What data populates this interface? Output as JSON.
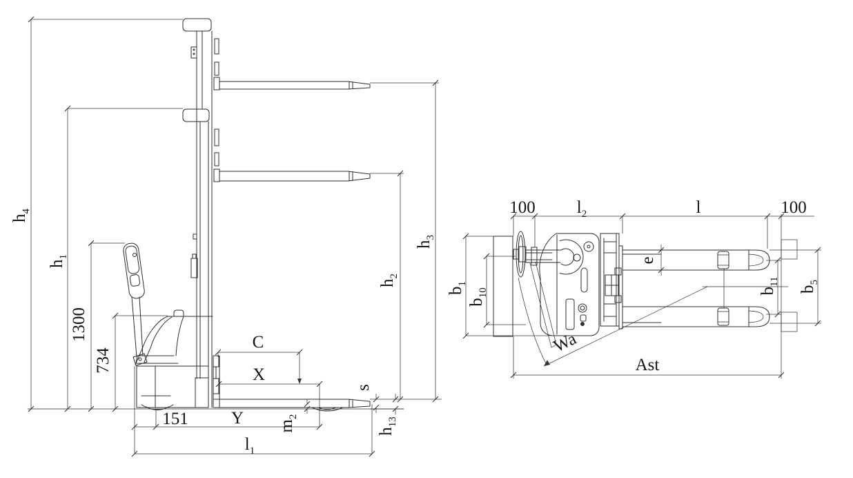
{
  "side_view": {
    "labels": {
      "h4": {
        "base": "h",
        "sub": "4"
      },
      "h1": {
        "base": "h",
        "sub": "1"
      },
      "tiller_height": "1300",
      "chassis_height": "734",
      "load_center": "C",
      "front_overhang": "X",
      "fork_thickness": "s",
      "m2": {
        "base": "m",
        "sub": "2"
      },
      "wheelbase": "Y",
      "axle_offset": "151",
      "overall_length": {
        "base": "l",
        "sub": "1"
      },
      "lowered_fork_height": {
        "base": "h",
        "sub": "13"
      },
      "free_lift": {
        "base": "h",
        "sub": "2"
      },
      "lift_height": {
        "base": "h",
        "sub": "3"
      }
    }
  },
  "top_view": {
    "labels": {
      "left_clearance": "100",
      "head_length": {
        "base": "l",
        "sub": "2"
      },
      "fork_length": "l",
      "right_clearance": "100",
      "fork_width": "e",
      "overall_width": {
        "base": "b",
        "sub": "1"
      },
      "track_width": {
        "base": "b",
        "sub": "10"
      },
      "fork_inner_span": {
        "base": "b",
        "sub": "11"
      },
      "fork_outer_span": {
        "base": "b",
        "sub": "5"
      },
      "turning_radius": "Wa",
      "aisle_width": "Ast"
    }
  },
  "colors": {
    "line": "#2b2b2b",
    "dimension": "#3a3a3a",
    "background": "#ffffff"
  }
}
